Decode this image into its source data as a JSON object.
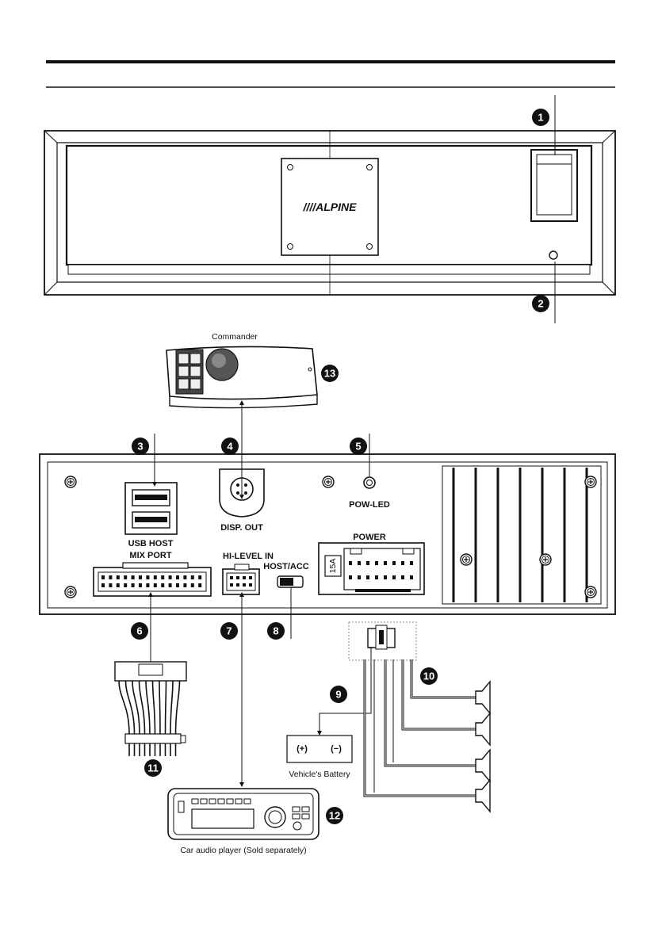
{
  "front": {
    "brand": "////ALPINE"
  },
  "commander": {
    "label": "Commander"
  },
  "rear": {
    "usb_host": "USB  HOST",
    "mix_port": "MIX  PORT",
    "disp_out": "DISP. OUT",
    "pow_led": "POW-LED",
    "power": "POWER",
    "hi_level_in": "HI-LEVEL  IN",
    "host_acc": "HOST/ACC",
    "fuse": "15A"
  },
  "battery": {
    "plus": "(+)",
    "minus": "(−)",
    "label": "Vehicle's Battery"
  },
  "player": {
    "label": "Car audio player (Sold separately)"
  },
  "markers": [
    "1",
    "2",
    "3",
    "4",
    "5",
    "6",
    "7",
    "8",
    "9",
    "10",
    "11",
    "12",
    "13"
  ]
}
